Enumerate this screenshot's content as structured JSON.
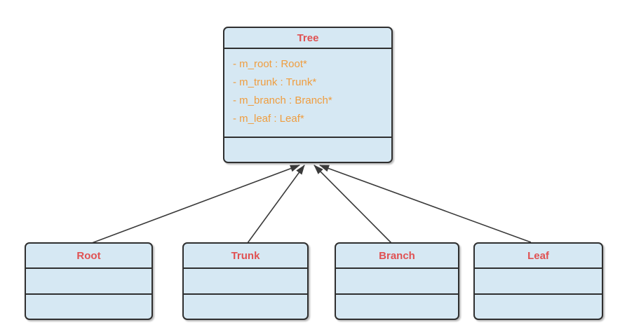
{
  "diagram": {
    "type": "uml-class-diagram",
    "colors": {
      "box_fill": "#d6e8f3",
      "box_border": "#2f2f2f",
      "class_name_color": "#e05152",
      "attribute_color": "#ef9d3f",
      "connector_color": "#3a3a3a",
      "background": "#ffffff"
    },
    "tree": {
      "name": "Tree",
      "attributes": [
        "- m_root : Root*",
        "- m_trunk : Trunk*",
        "- m_branch : Branch*",
        "- m_leaf : Leaf*"
      ]
    },
    "children": [
      {
        "name": "Root"
      },
      {
        "name": "Trunk"
      },
      {
        "name": "Branch"
      },
      {
        "name": "Leaf"
      }
    ],
    "connections": [
      {
        "from": "Root",
        "to": "Tree",
        "arrowhead": "filled"
      },
      {
        "from": "Trunk",
        "to": "Tree",
        "arrowhead": "filled"
      },
      {
        "from": "Branch",
        "to": "Tree",
        "arrowhead": "filled"
      },
      {
        "from": "Leaf",
        "to": "Tree",
        "arrowhead": "filled"
      }
    ]
  }
}
